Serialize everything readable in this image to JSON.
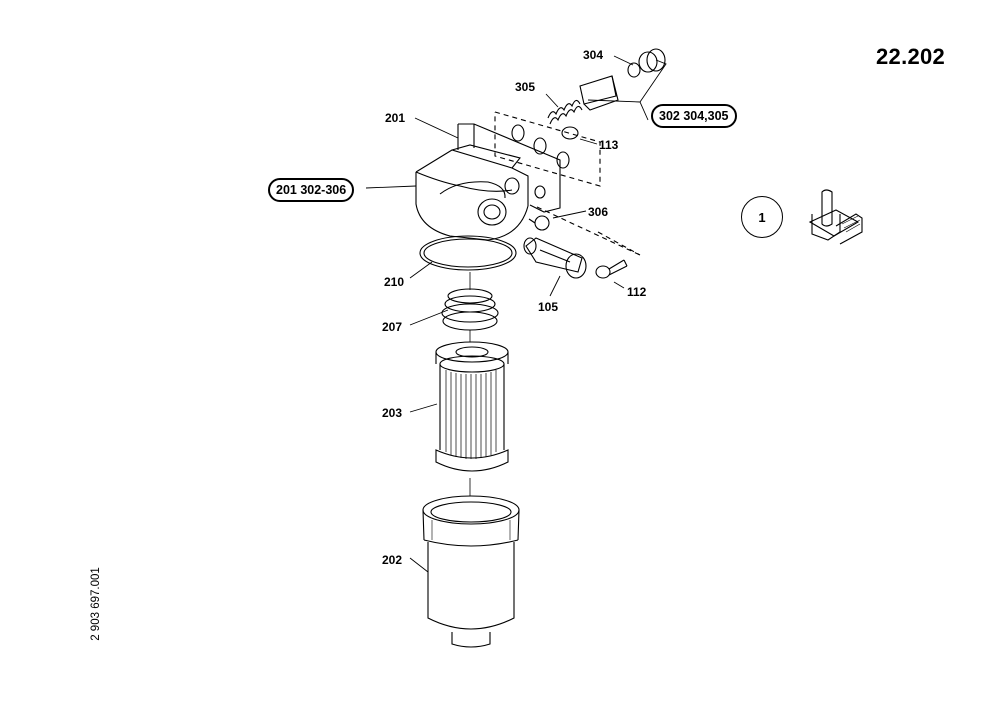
{
  "page_number": "22.202",
  "document_id": "2 903 697.001",
  "marker": "1",
  "parts": {
    "p304": "304",
    "p305": "305",
    "p201": "201",
    "p113": "113",
    "p306": "306",
    "p210": "210",
    "p105": "105",
    "p112": "112",
    "p207": "207",
    "p203": "203",
    "p202": "202"
  },
  "assembly_groups": {
    "group_302": "302 304,305",
    "group_201": "201 302-306"
  }
}
